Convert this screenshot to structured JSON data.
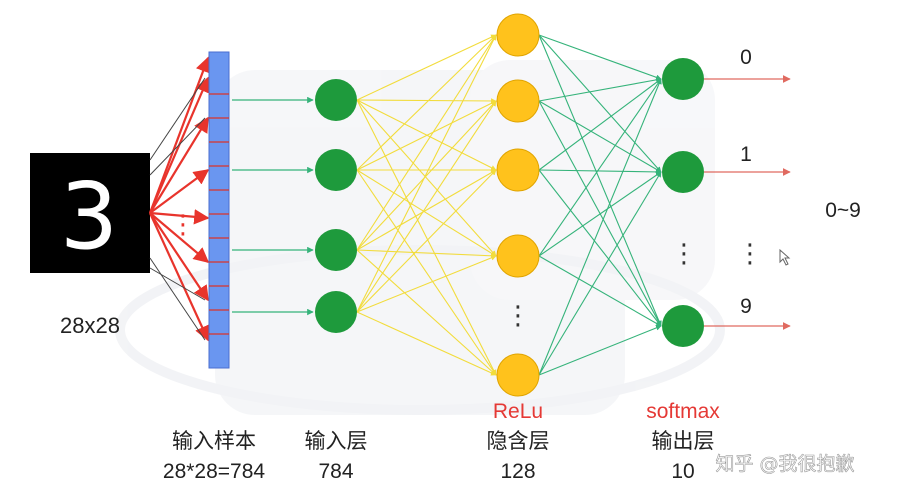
{
  "input_image": {
    "digit": "3",
    "size_label": "28x28"
  },
  "dots": "⋮",
  "layers": {
    "input_sample": {
      "name": "输入样本",
      "count": "28*28=784"
    },
    "input_layer": {
      "name": "输入层",
      "count": "784"
    },
    "hidden_layer": {
      "activation": "ReLu",
      "name": "隐含层",
      "count": "128"
    },
    "output_layer": {
      "activation": "softmax",
      "name": "输出层",
      "count": "10"
    }
  },
  "outputs": {
    "first": "0",
    "second": "1",
    "last": "9",
    "range": "0~9"
  },
  "watermark": "知乎 @我很抱歉",
  "colors": {
    "input_bar": "#6a96f0",
    "input_node": "#1e9a3c",
    "hidden_node": "#ffc21c",
    "output_node": "#1e9a3c",
    "yellow_edge": "#f2dc3c",
    "green_edge": "#35b37a",
    "red_arrow": "#e8342c",
    "activation_label": "#e53935"
  }
}
